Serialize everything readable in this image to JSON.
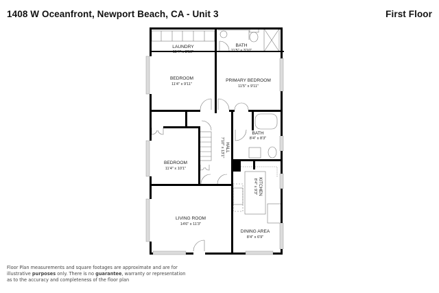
{
  "header": {
    "title": "1408 W Oceanfront, Newport Beach, CA - Unit 3",
    "floor": "First Floor"
  },
  "rooms": [
    {
      "name": "LAUNDRY",
      "size": "11'4\" x 3'10\""
    },
    {
      "name": "BATH",
      "size": "11'5\" x 3'10\""
    },
    {
      "name": "BEDROOM",
      "size": "11'4\" x 9'11\""
    },
    {
      "name": "PRIMARY BEDROOM",
      "size": "11'5\" x 9'11\""
    },
    {
      "name": "BATH",
      "size": "8'4\" x 8'3\""
    },
    {
      "name": "HALL",
      "size": "7'10\" x 13'1\""
    },
    {
      "name": "BEDROOM",
      "size": "11'4\" x 10'1\""
    },
    {
      "name": "KITCHEN",
      "size": "8'4\" x 9'3\""
    },
    {
      "name": "LIVING ROOM",
      "size": "14'6\" x 11'3\""
    },
    {
      "name": "DINING AREA",
      "size": "8'4\" x 6'9\""
    }
  ],
  "disclaimer": {
    "line1": "Floor Plan measurements and square footages are approximate and are for",
    "line2a": "illustrative ",
    "line2b": "purposes",
    "line2c": " only. There is no ",
    "line2d": "guarantee",
    "line2e": ", warranty or representation",
    "line3": "as to the accuracy and completeness of the floor plan"
  },
  "colors": {
    "wall": "#000000",
    "window": "#cfcfcf",
    "fixture": "#555555"
  }
}
